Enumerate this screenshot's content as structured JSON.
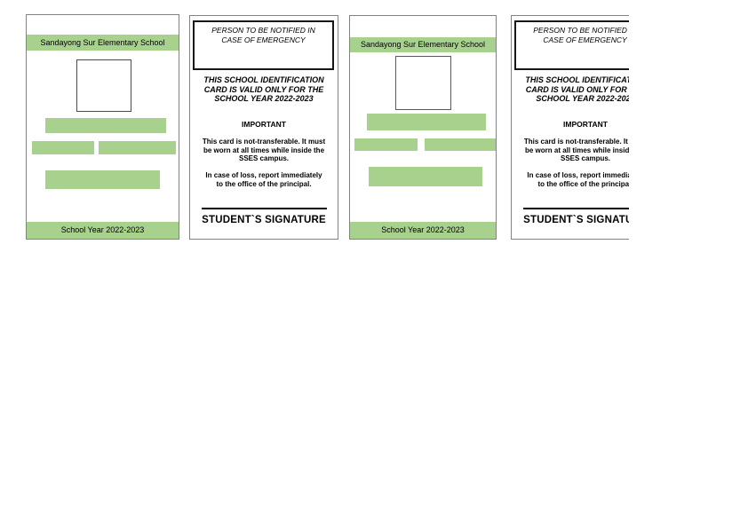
{
  "sheet": {
    "background": "#ffffff",
    "card_count_visible": 4
  },
  "colors": {
    "accent_green": "#a9d18e",
    "card_border": "#838383",
    "photo_box_border": "#4a4a4a",
    "emergency_box_border": "#161616",
    "text": "#000000"
  },
  "front_card": {
    "school_name": "Sandayong Sur Elementary School",
    "school_year": "School Year 2022-2023",
    "photo_placeholder": "",
    "redacted_fields": [
      "name-bar",
      "detail-left-bar",
      "detail-right-bar",
      "detail-bottom-bar"
    ]
  },
  "back_card": {
    "emergency_notice": [
      "PERSON TO BE NOTIFIED IN",
      "CASE OF EMERGENCY"
    ],
    "validity_notice": [
      "THIS SCHOOL IDENTIFICATION",
      "CARD IS VALID ONLY FOR THE",
      "SCHOOL YEAR 2022-2023"
    ],
    "important_heading": "IMPORTANT",
    "rule_transferable": [
      "This card is not-transferable. It must",
      "be worn at all times while inside the",
      "SSES campus."
    ],
    "rule_loss": [
      "In case of loss, report immediately",
      "to the office of the principal."
    ],
    "signature_label": "STUDENT`S SIGNATURE"
  }
}
